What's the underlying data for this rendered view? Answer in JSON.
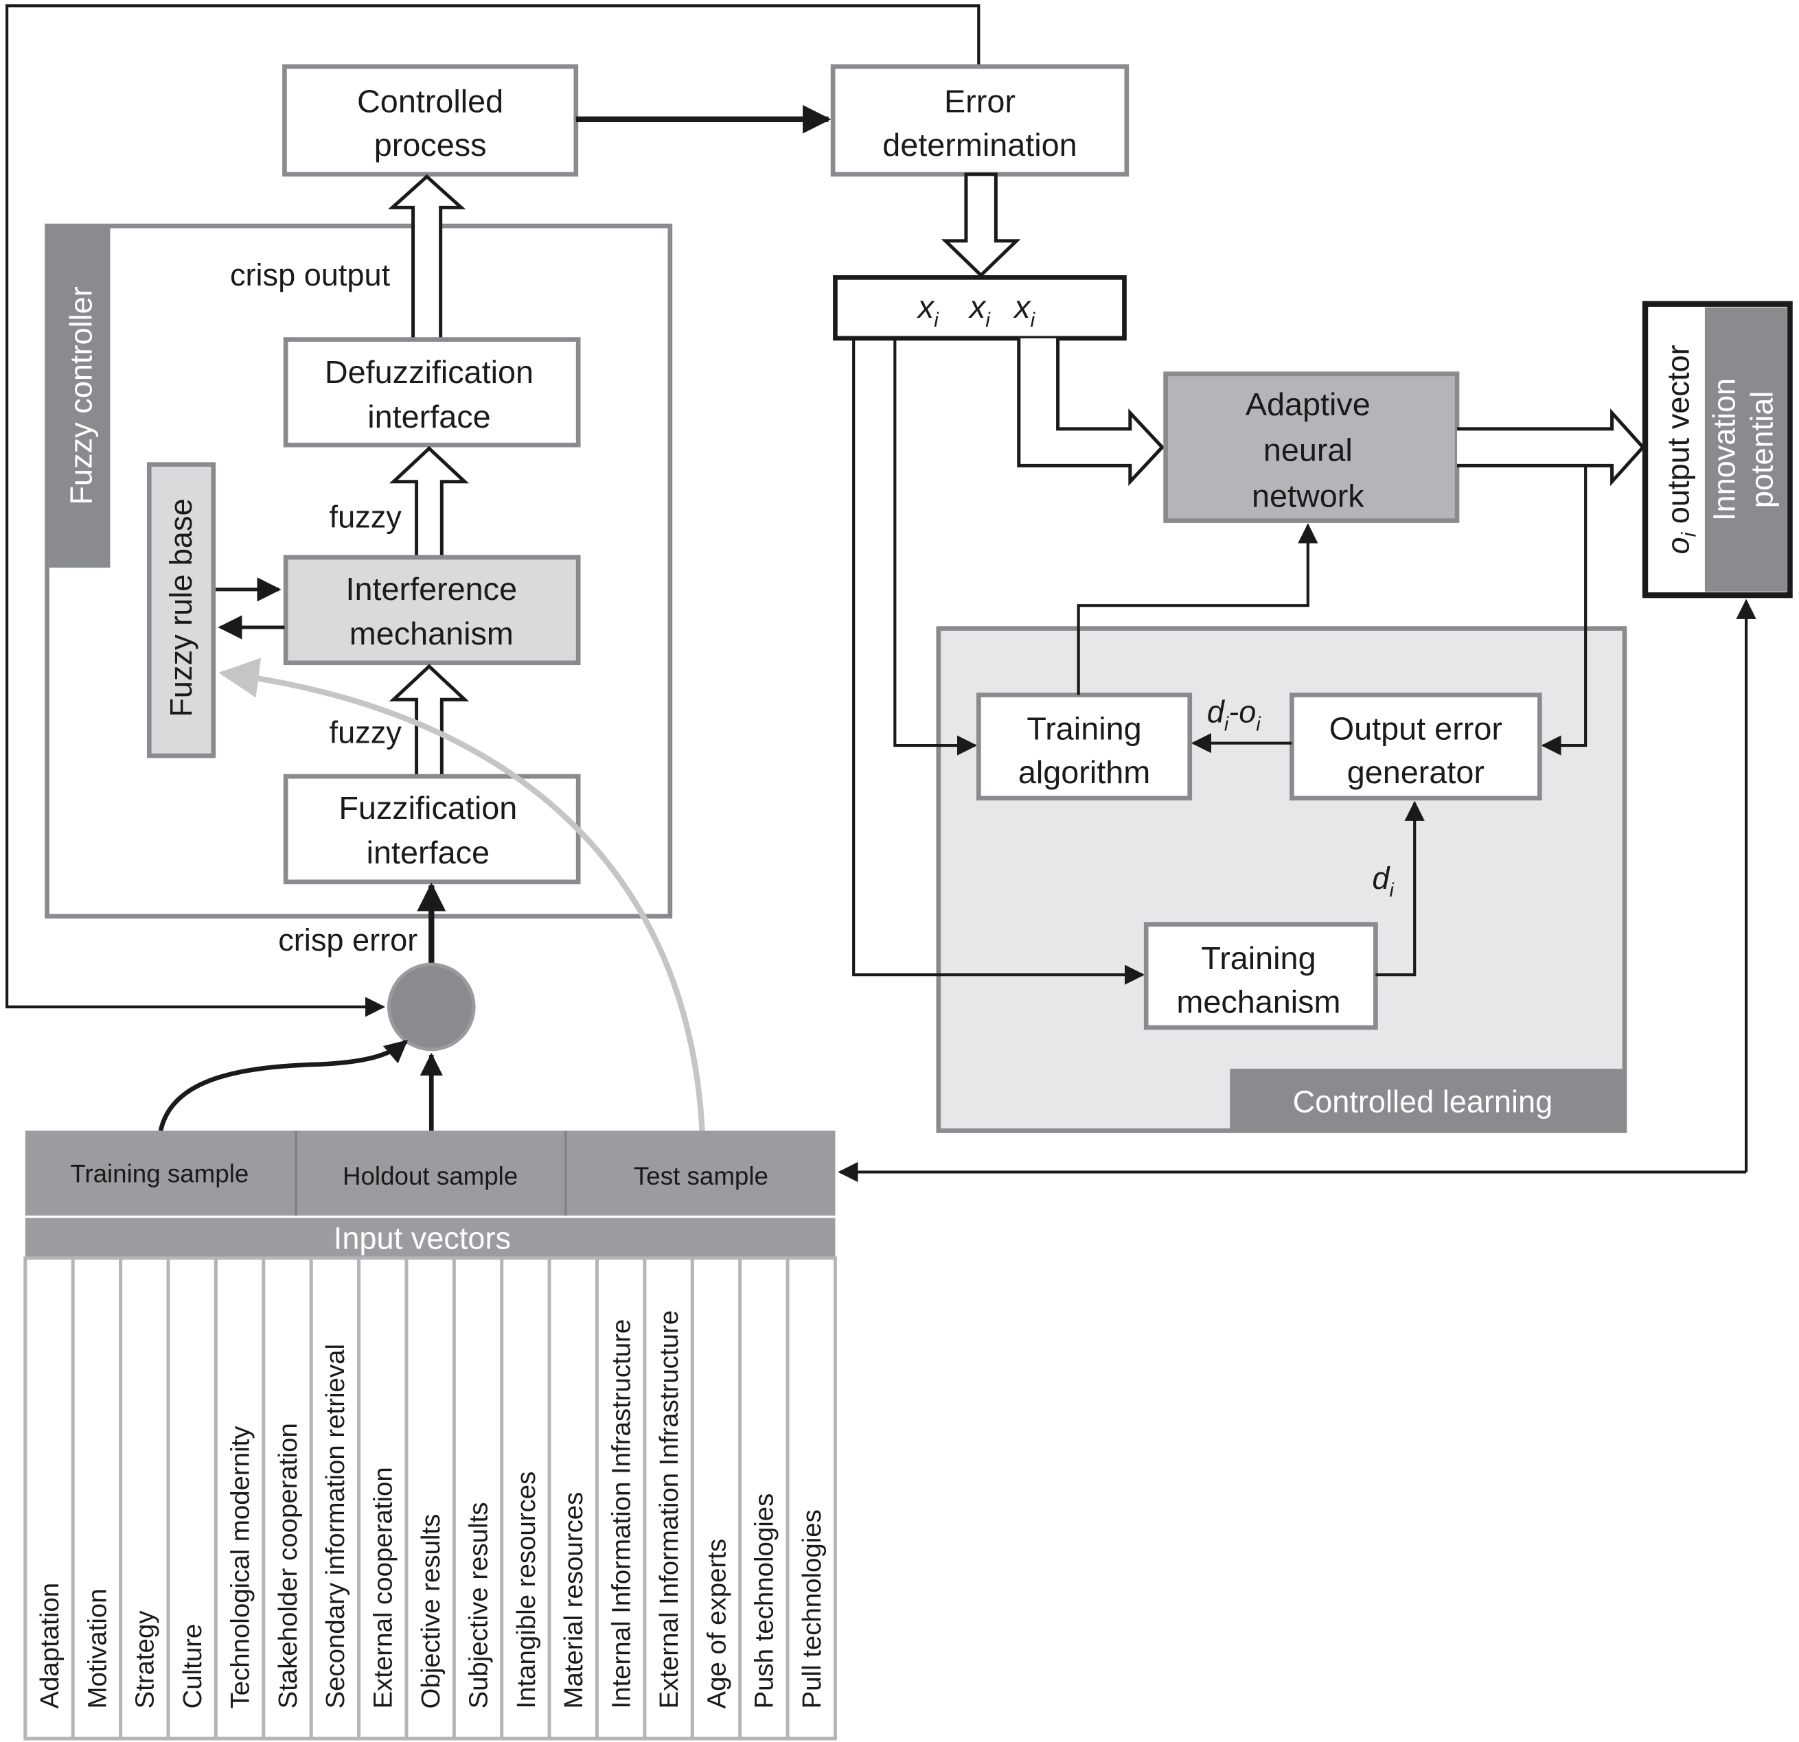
{
  "diagram": {
    "controlled_process": [
      "Controlled",
      "process"
    ],
    "error_determination": [
      "Error",
      "determination"
    ],
    "fuzzy_controller_label": "Fuzzy controller",
    "crisp_output_label": "crisp output",
    "defuzzification": [
      "Defuzzification",
      "interface"
    ],
    "fuzzy_label_upper": "fuzzy",
    "fuzzy_label_lower": "fuzzy",
    "interference": [
      "Interference",
      "mechanism"
    ],
    "fuzzy_rule_base": "Fuzzy rule base",
    "fuzzification": [
      "Fuzzification",
      "interface"
    ],
    "crisp_error_label": "crisp error",
    "x_vector": {
      "symbol": "x",
      "subscript": "i"
    },
    "adaptive_nn": [
      "Adaptive",
      "neural",
      "network"
    ],
    "output_vector": {
      "symbol": "o",
      "subscript": "i",
      "label": "output vector"
    },
    "innovation_potential": [
      "Innovation",
      "potential"
    ],
    "training_algorithm": [
      "Training",
      "algorithm"
    ],
    "output_error_generator": [
      "Output error",
      "generator"
    ],
    "di_minus_oi": {
      "d": "d",
      "o": "o",
      "sub": "i",
      "sep": "-"
    },
    "di": {
      "d": "d",
      "sub": "i"
    },
    "training_mechanism": [
      "Training",
      "mechanism"
    ],
    "controlled_learning": "Controlled learning",
    "samples": [
      "Training sample",
      "Holdout sample",
      "Test sample"
    ],
    "input_vectors_label": "Input vectors",
    "input_vectors": [
      "Adaptation",
      "Motivation",
      "Strategy",
      "Culture",
      "Technological modernity",
      "Stakeholder cooperation",
      "Secondary information retrieval",
      "External cooperation",
      "Objective results",
      "Subjective results",
      "Intangible resources",
      "Material resources",
      "Internal Information Infrastructure",
      "External Information Infrastructure",
      "Age of experts",
      "Push technologies",
      "Pull technologies"
    ]
  },
  "colors": {
    "dark_gray": "#8a8b8e",
    "mid_gray": "#b4b5b8",
    "light_gray": "#d9dadc",
    "panel_gray": "#e6e7e8",
    "ink": "#1a1a1a",
    "curve_gray": "#c4c5c7"
  }
}
